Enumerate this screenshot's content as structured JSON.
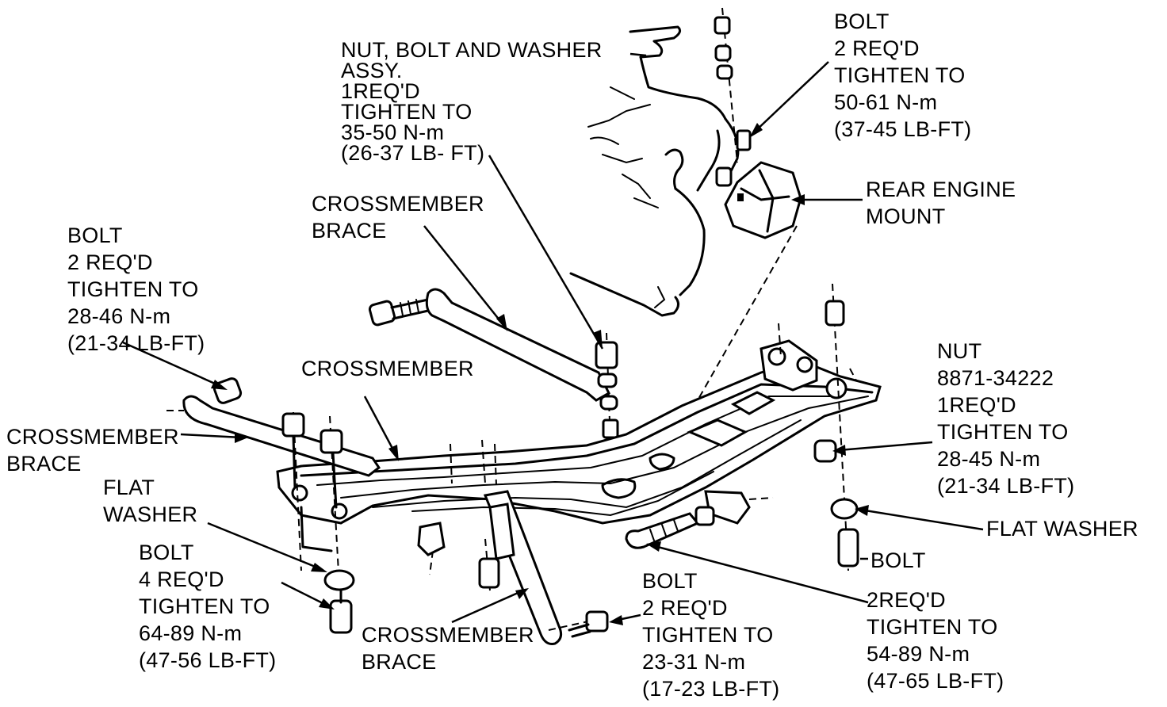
{
  "callouts": {
    "nut_bolt_washer": [
      "NUT, BOLT AND WASHER",
      "ASSY.",
      "1REQ'D",
      "TIGHTEN TO",
      "35-50 N-m",
      "(26-37 LB- FT)"
    ],
    "bolt_top_right": [
      "BOLT",
      "2 REQ'D",
      "TIGHTEN TO",
      "50-61 N-m",
      "(37-45 LB-FT)"
    ],
    "rear_engine_mount": [
      "REAR ENGINE",
      "MOUNT"
    ],
    "crossmember_brace_top": [
      "CROSSMEMBER",
      "BRACE"
    ],
    "bolt_left": [
      "BOLT",
      "2 REQ'D",
      "TIGHTEN TO",
      "28-46 N-m",
      "(21-34 LB-FT)"
    ],
    "crossmember": [
      "CROSSMEMBER"
    ],
    "nut_right": [
      "NUT",
      "8871-34222",
      "1REQ'D",
      "TIGHTEN TO",
      "28-45 N-m",
      "(21-34 LB-FT)"
    ],
    "crossmember_brace_left": [
      "CROSSMEMBER",
      "BRACE"
    ],
    "flat_washer_left": [
      "FLAT",
      "WASHER"
    ],
    "flat_washer_right": [
      "FLAT WASHER"
    ],
    "bolt_right_short": [
      "BOLT"
    ],
    "bolt_lower_left": [
      "BOLT",
      "4 REQ'D",
      "TIGHTEN TO",
      "64-89 N-m",
      "(47-56 LB-FT)"
    ],
    "crossmember_brace_bottom": [
      "CROSSMEMBER",
      "BRACE"
    ],
    "bolt_bottom_center": [
      "BOLT",
      "2 REQ'D",
      "TIGHTEN TO",
      "23-31 N-m",
      "(17-23 LB-FT)"
    ],
    "bolt_bottom_right": [
      "2REQ'D",
      "TIGHTEN TO",
      "54-89 N-m",
      "(47-65 LB-FT)"
    ]
  }
}
